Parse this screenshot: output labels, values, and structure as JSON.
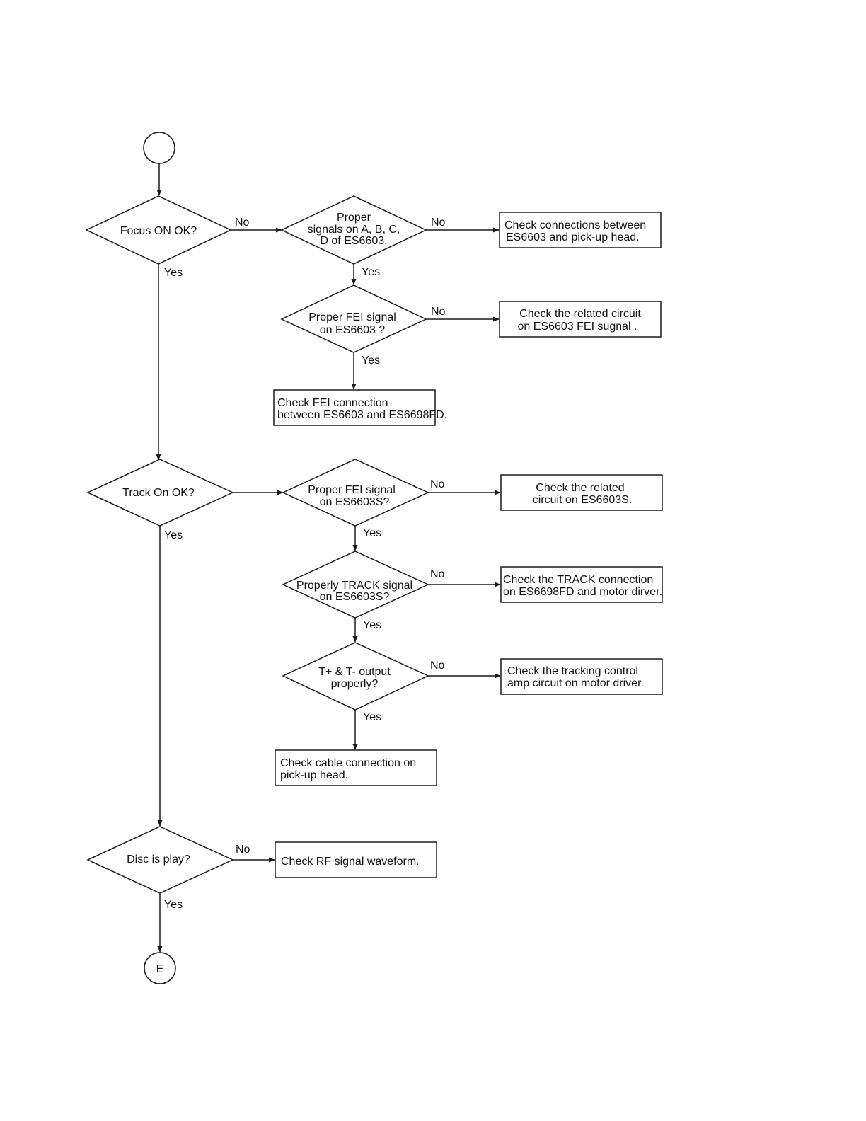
{
  "start": {
    "label": ""
  },
  "end": {
    "label": "E"
  },
  "decisions": {
    "focus_on": {
      "lines": [
        "Focus ON OK?"
      ]
    },
    "proper_signals": {
      "lines": [
        "Proper",
        "signals on A, B, C,",
        "D of ES6603."
      ]
    },
    "proper_fei_1": {
      "lines": [
        "Proper  FEI  signal",
        "on ES6603 ?"
      ]
    },
    "track_on": {
      "lines": [
        "Track On OK?"
      ]
    },
    "proper_fei_2": {
      "lines": [
        "Proper FEI signal",
        "on ES6603S?"
      ]
    },
    "properly_track": {
      "lines": [
        "Properly TRACK signal",
        "on ES6603S?"
      ]
    },
    "t_output": {
      "lines": [
        "T+ & T- output",
        "properly?"
      ]
    },
    "disc_play": {
      "lines": [
        "Disc is play?"
      ]
    }
  },
  "boxes": {
    "check_connections": {
      "lines": [
        "Check connections between",
        "ES6603  and pick-up head."
      ]
    },
    "check_related_fei": {
      "lines": [
        "Check the related circuit",
        "on  ES6603  FEI sugnal ."
      ]
    },
    "check_fei_connection": {
      "lines": [
        "Check  FEI connection",
        "between ES6603  and ES6698FD."
      ]
    },
    "check_related_circuit": {
      "lines": [
        "Check the related",
        "circuit on ES6603S."
      ]
    },
    "check_track_connection": {
      "lines": [
        "Check the TRACK connection",
        "on  ES6698FD  and motor dirver."
      ]
    },
    "check_tracking_control": {
      "lines": [
        "Check the tracking control",
        "amp circuit on motor driver."
      ]
    },
    "check_cable": {
      "lines": [
        "Check cable connection on",
        "pick-up head."
      ]
    },
    "check_rf": {
      "lines": [
        "Check RF signal waveform."
      ]
    }
  },
  "edge_labels": {
    "no": "No",
    "yes": "Yes"
  }
}
